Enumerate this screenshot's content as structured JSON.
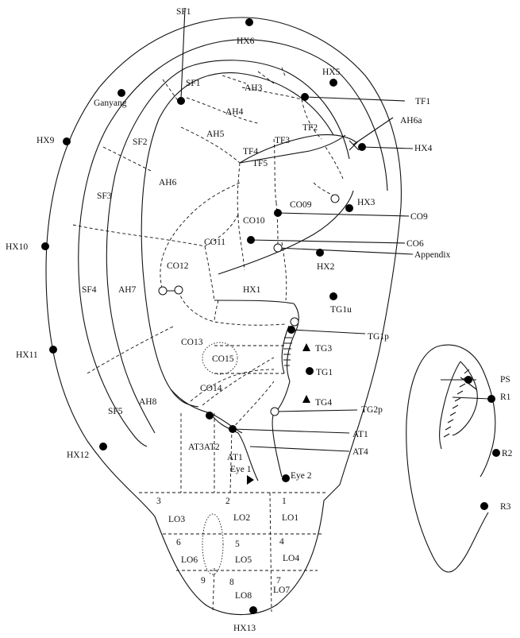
{
  "labels": {
    "SF1_top": "SF1",
    "HX6": "HX6",
    "HX5": "HX5",
    "Ganyang": "Ganyang",
    "SF1_in": "SF1",
    "AH3": "AH3",
    "TF1": "TF1",
    "AH4": "AH4",
    "TF2": "TF2",
    "AH6a": "AH6a",
    "HX9": "HX9",
    "SF2": "SF2",
    "AH5": "AH5",
    "TF3": "TF3",
    "TF4": "TF4",
    "TF5": "TF5",
    "HX4": "HX4",
    "AH6": "AH6",
    "SF3": "SF3",
    "CO9_in": "CO09",
    "HX3": "HX3",
    "CO10": "CO10",
    "CO9": "CO9",
    "HX10": "HX10",
    "CO11": "CO11",
    "CO6": "CO6",
    "Appendix": "Appendix",
    "CO12": "CO12",
    "HX2": "HX2",
    "SF4": "SF4",
    "AH7": "AH7",
    "HX1": "HX1",
    "TG1u": "TG1u",
    "TG1p": "TG1p",
    "CO13": "CO13",
    "TG3": "TG3",
    "CO15": "CO15",
    "HX11": "HX11",
    "TG1": "TG1",
    "CO14": "CO14",
    "TG4": "TG4",
    "SF5": "SF5",
    "AH8": "AH8",
    "TG2p": "TG2p",
    "AT1_r": "AT1",
    "AT3AT2": "AT3AT2",
    "AT4": "AT4",
    "HX12": "HX12",
    "AT1_in": "AT1",
    "Eye1": "Eye 1",
    "Eye2": "Eye 2",
    "n3": "3",
    "n2": "2",
    "n1": "1",
    "LO3": "LO3",
    "LO2": "LO2",
    "LO1": "LO1",
    "n6": "6",
    "n5": "5",
    "n4": "4",
    "LO6": "LO6",
    "LO5": "LO5",
    "LO4": "LO4",
    "n9": "9",
    "n8": "8",
    "n7": "7",
    "LO8": "LO8",
    "LO7": "LO7",
    "HX13": "HX13",
    "PS": "PS",
    "R1": "R1",
    "R2": "R2",
    "R3": "R3"
  }
}
